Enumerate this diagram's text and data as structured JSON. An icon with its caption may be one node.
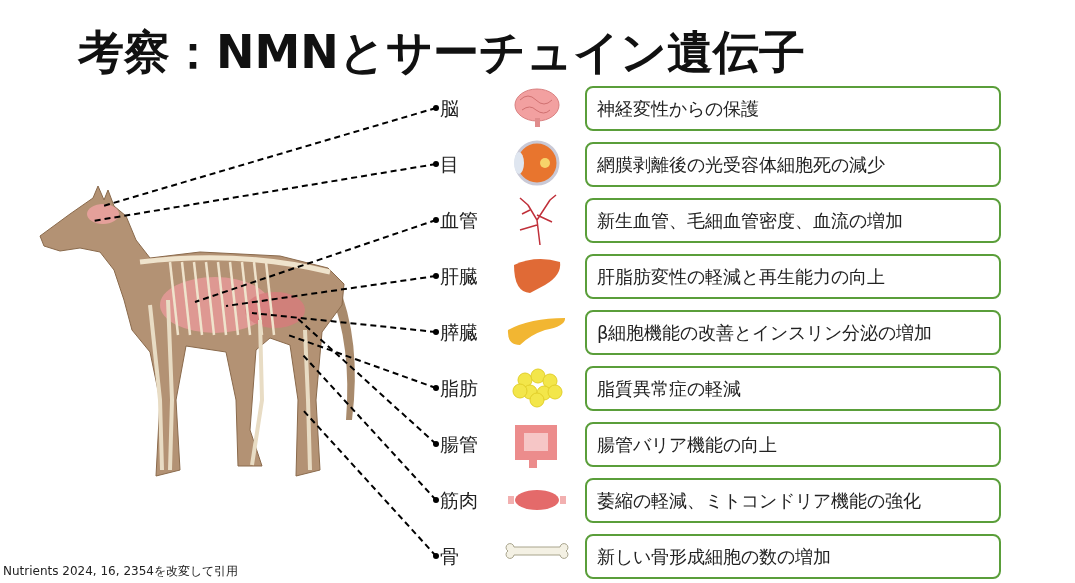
{
  "diagram": {
    "title": "考察：NMNとサーチュイン遺伝子",
    "caption": "Nutrients 2024, 16, 2354を改変して引用",
    "nodes": [
      {
        "text": [
          "脳"
        ]
      },
      {
        "text": [
          "神経変性からの保護"
        ]
      },
      {
        "text": [
          "目"
        ]
      },
      {
        "text": [
          "網膜剥離後の光受容体細胞死の減少"
        ]
      },
      {
        "text": [
          "血管"
        ]
      },
      {
        "text": [
          "新生血管、毛細血管密度、血流の増加"
        ]
      },
      {
        "text": [
          "肝臓"
        ]
      },
      {
        "text": [
          "肝脂肪変性の軽減と再生能力の向上"
        ]
      },
      {
        "text": [
          "膵臓"
        ]
      },
      {
        "text": [
          "β細胞機能の改善とインスリン分泌の増加"
        ]
      },
      {
        "text": [
          "脂肪"
        ]
      },
      {
        "text": [
          "脂質異常症の軽減"
        ]
      },
      {
        "text": [
          "腸管"
        ]
      },
      {
        "text": [
          "腸管バリア機能の向上"
        ]
      },
      {
        "text": [
          "筋肉"
        ]
      },
      {
        "text": [
          "萎縮の軽減、ミトコンドリア機能の強化"
        ]
      },
      {
        "text": [
          "骨"
        ]
      },
      {
        "text": [
          "新しい骨形成細胞の数の増加"
        ]
      }
    ],
    "edges": [
      {
        "from": 0,
        "to": null,
        "arrow": "other",
        "style": "dashed"
      },
      {
        "from": 2,
        "to": null,
        "arrow": "other",
        "style": "dashed"
      },
      {
        "from": 4,
        "to": null,
        "arrow": "other",
        "style": "dashed"
      },
      {
        "from": 6,
        "to": null,
        "arrow": "other",
        "style": "dashed"
      },
      {
        "from": 8,
        "to": null,
        "arrow": "other",
        "style": "dashed"
      },
      {
        "from": 10,
        "to": null,
        "arrow": "other",
        "style": "dashed"
      },
      {
        "from": 12,
        "to": null,
        "arrow": "other",
        "style": "dashed"
      },
      {
        "from": 14,
        "to": null,
        "arrow": "other",
        "style": "dashed"
      },
      {
        "from": 16,
        "to": null,
        "arrow": "other",
        "style": "dashed"
      }
    ]
  }
}
